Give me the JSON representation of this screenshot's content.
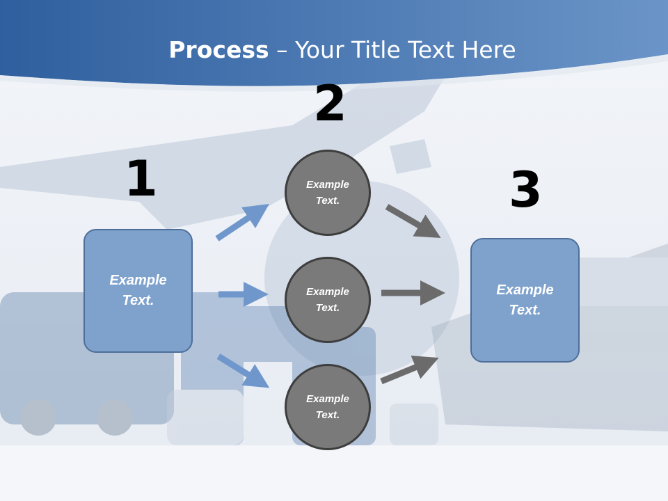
{
  "title": {
    "bold": "Process",
    "rest": " – Your Title Text Here"
  },
  "steps": {
    "one": {
      "number": "1",
      "text": "Example\nText."
    },
    "two": {
      "number": "2",
      "items": [
        "Example\nText.",
        "Example\nText.",
        "Example\nText."
      ]
    },
    "three": {
      "number": "3",
      "text": "Example\nText."
    }
  },
  "colors": {
    "header": "#3d6aa6",
    "box": "#7fa2cd",
    "circle": "#7a7a7a",
    "arrow_blue": "#6f97cc",
    "arrow_gray": "#6b6b6b"
  }
}
